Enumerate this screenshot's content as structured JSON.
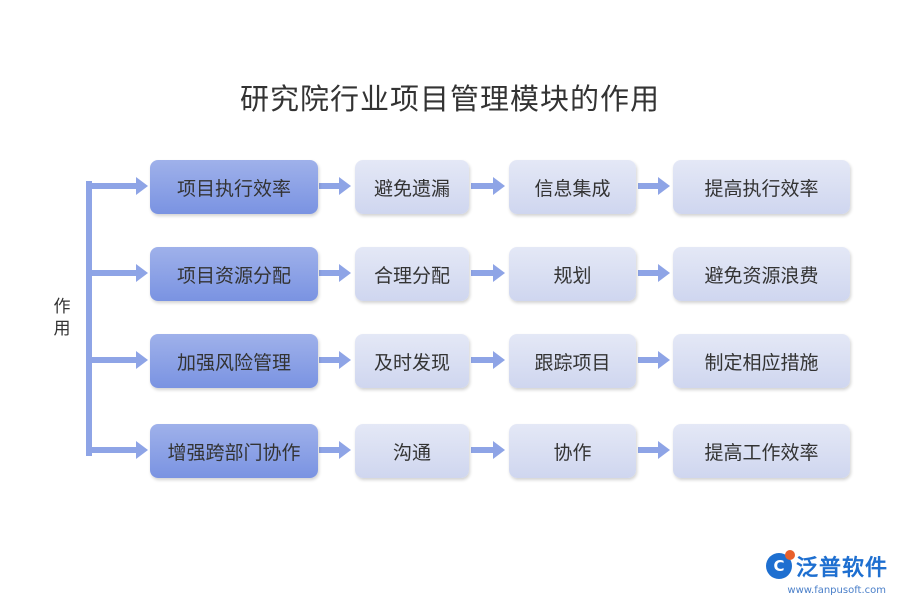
{
  "title": "研究院行业项目管理模块的作用",
  "side_label": "作用",
  "rows": [
    {
      "main": "项目执行效率",
      "steps": [
        "避免遗漏",
        "信息集成",
        "提高执行效率"
      ]
    },
    {
      "main": "项目资源分配",
      "steps": [
        "合理分配",
        "规划",
        "避免资源浪费"
      ]
    },
    {
      "main": "加强风险管理",
      "steps": [
        "及时发现",
        "跟踪项目",
        "制定相应措施"
      ]
    },
    {
      "main": "增强跨部门协作",
      "steps": [
        "沟通",
        "协作",
        "提高工作效率"
      ]
    }
  ],
  "logo": {
    "name": "泛普软件",
    "url": "www.fanpusoft.com",
    "icon": "fanpu-logo-icon"
  },
  "colors": {
    "primary_box": "#8aa0e6",
    "step_box": "#dde2f4",
    "arrow": "#8ea4e6"
  }
}
